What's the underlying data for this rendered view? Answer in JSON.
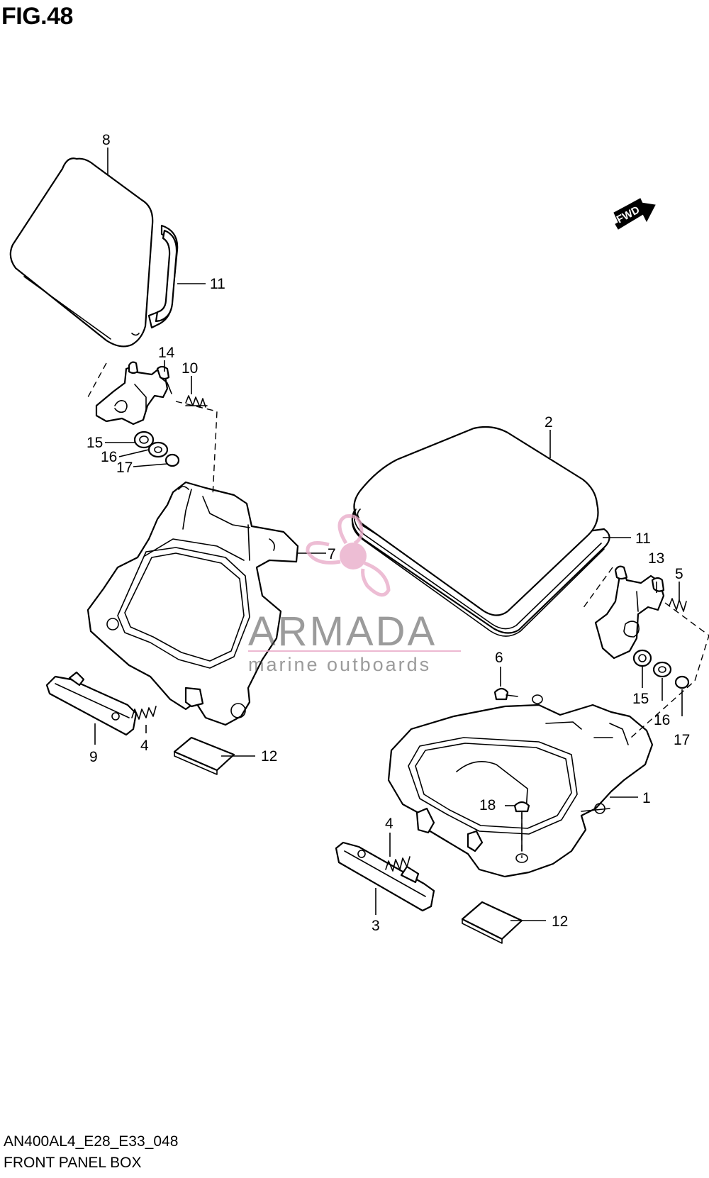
{
  "figure": {
    "title": "FIG.48",
    "model_code": "AN400AL4_E28_E33_048",
    "section_name": "FRONT PANEL BOX"
  },
  "fwd_badge": "FWD",
  "watermark": {
    "brand": "ARMADA",
    "tagline": "marine outboards",
    "logo_color": "#e8a7c6"
  },
  "callouts": {
    "c1": "1",
    "c2": "2",
    "c3": "3",
    "c4a": "4",
    "c4b": "4",
    "c5": "5",
    "c6": "6",
    "c7": "7",
    "c8": "8",
    "c9": "9",
    "c10": "10",
    "c11a": "11",
    "c11b": "11",
    "c12a": "12",
    "c12b": "12",
    "c13": "13",
    "c14": "14",
    "c15a": "15",
    "c15b": "15",
    "c16a": "16",
    "c16b": "16",
    "c17a": "17",
    "c17b": "17",
    "c18": "18"
  }
}
